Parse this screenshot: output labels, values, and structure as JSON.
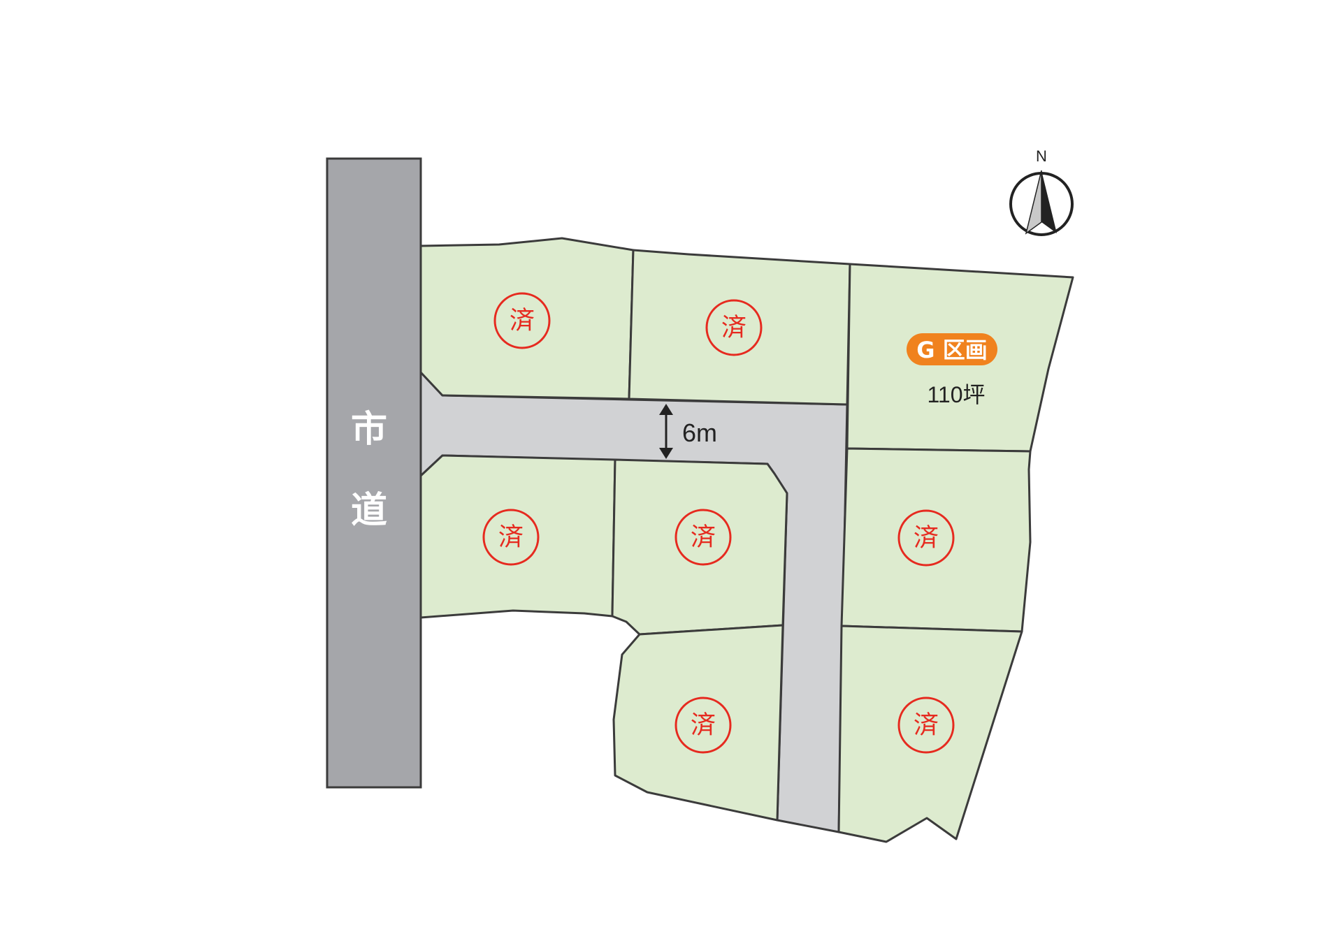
{
  "map": {
    "city_road_label": [
      "市",
      "道"
    ],
    "road_width_label": "6m",
    "compass_north_label": "N",
    "lots": [
      {
        "id": "top-left",
        "status": "sold",
        "status_label": "済"
      },
      {
        "id": "top-middle",
        "status": "sold",
        "status_label": "済"
      },
      {
        "id": "top-right",
        "status": "available",
        "badge_label": "G 区画",
        "area_label": "110坪"
      },
      {
        "id": "middle-left",
        "status": "sold",
        "status_label": "済"
      },
      {
        "id": "middle-center",
        "status": "sold",
        "status_label": "済"
      },
      {
        "id": "middle-right",
        "status": "sold",
        "status_label": "済"
      },
      {
        "id": "bottom-middle",
        "status": "sold",
        "status_label": "済"
      },
      {
        "id": "bottom-right",
        "status": "sold",
        "status_label": "済"
      }
    ],
    "colors": {
      "lot_fill": "#ddebcf",
      "road_fill": "#d1d2d4",
      "city_road_fill": "#a5a6aa",
      "sold_mark": "#e62a1f",
      "badge": "#f0821e"
    }
  }
}
